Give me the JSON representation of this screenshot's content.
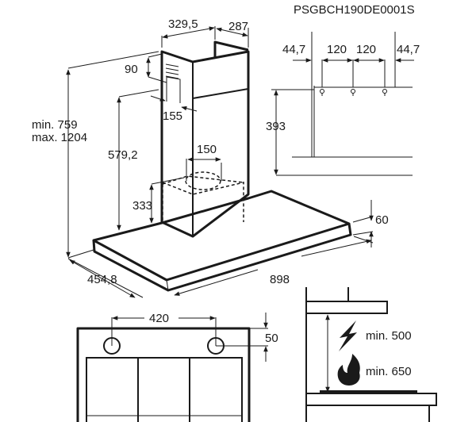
{
  "title": "PSGBCH190DE0001S",
  "main_view": {
    "width_top": "329,5",
    "depth_top": "287",
    "vent_height": "90",
    "vent_offset": "155",
    "height_range_min": "min. 759",
    "height_range_max": "max. 1204",
    "chimney_lower": "579,2",
    "outlet_diameter": "150",
    "box_height": "333",
    "canopy_thickness": "60",
    "canopy_depth": "454,8",
    "canopy_width": "898"
  },
  "bracket_view": {
    "edge_left": "44,7",
    "spacing_1": "120",
    "spacing_2": "120",
    "edge_right": "44,7",
    "height": "393"
  },
  "bottom_view": {
    "hole_spacing": "420",
    "hole_offset": "50"
  },
  "clearance_view": {
    "electric_min": "min. 500",
    "gas_min": "min. 650"
  }
}
